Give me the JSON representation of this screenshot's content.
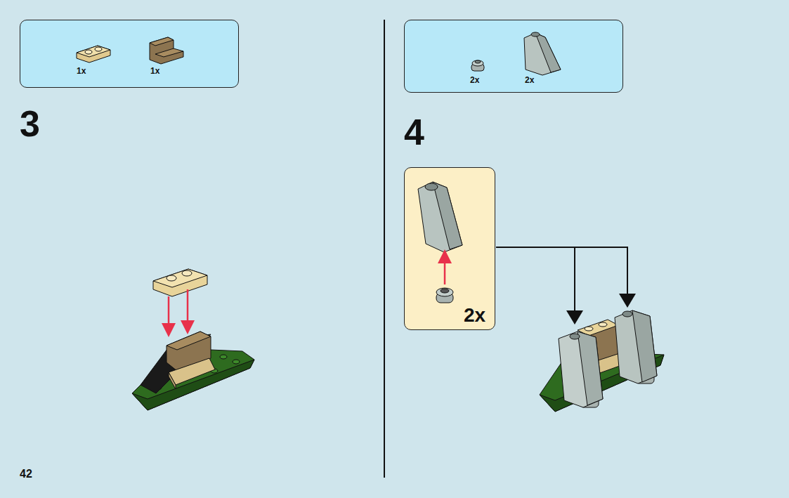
{
  "diagram": {
    "nodes": [
      {
        "text": [
          "1x",
          "1x"
        ]
      },
      {
        "text": [
          "2x",
          "2x"
        ]
      },
      {
        "text": [
          "2x"
        ]
      }
    ],
    "labels": [
      "3",
      "4",
      "42"
    ]
  }
}
